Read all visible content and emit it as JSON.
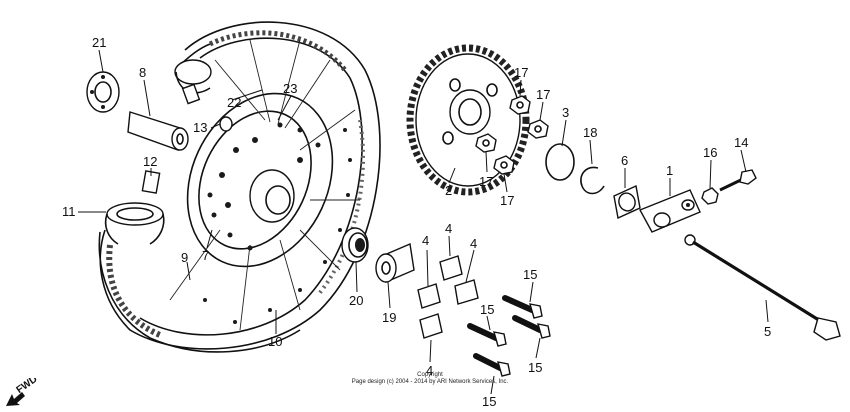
{
  "labels": {
    "p1": "1",
    "p2": "2",
    "p3": "3",
    "p4a": "4",
    "p4b": "4",
    "p4c": "4",
    "p4d": "4",
    "p5": "5",
    "p6": "6",
    "p7": "7",
    "p8": "8",
    "p9": "9",
    "p10": "10",
    "p11": "11",
    "p12": "12",
    "p13": "13",
    "p14": "14",
    "p15a": "15",
    "p15b": "15",
    "p15c": "15",
    "p15d": "15",
    "p16": "16",
    "p17a": "17",
    "p17b": "17",
    "p17c": "17",
    "p17d": "17",
    "p18": "18",
    "p19": "19",
    "p20": "20",
    "p21": "21",
    "p22": "22",
    "p23": "23"
  },
  "copyright": {
    "line1": "Copyright",
    "line2": "Page design (c) 2004 - 2014 by ARI Network Services, Inc."
  },
  "fwd": {
    "label": "FWD"
  }
}
